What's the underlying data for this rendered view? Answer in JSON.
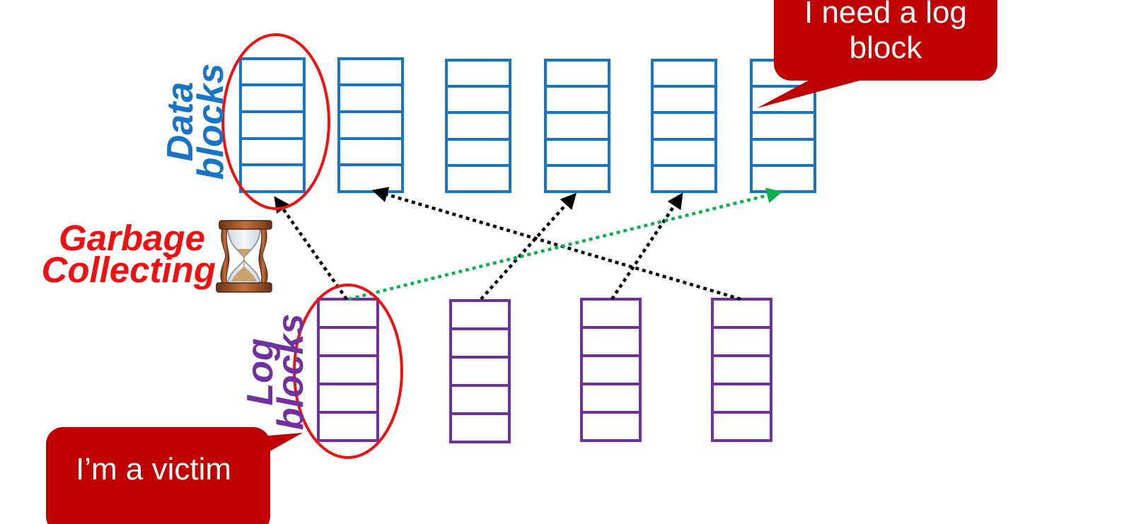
{
  "labels": {
    "data_line1": "Data",
    "data_line2": "blocks",
    "log_line1": "Log",
    "log_line2": "blocks",
    "gc_line1": "Garbage",
    "gc_line2": "Collecting"
  },
  "callouts": {
    "need_line1": "I need a log",
    "need_line2": "block",
    "victim": "I’m a victim"
  },
  "colors": {
    "data_block": "#1874c4",
    "log_block": "#7030a0",
    "highlight": "#ee1111",
    "callout_fill": "#c00000",
    "callout_text": "#ffffff",
    "arrow_black": "#000000",
    "arrow_green": "#10b050"
  },
  "icons": {
    "hourglass": "hourglass-icon"
  }
}
